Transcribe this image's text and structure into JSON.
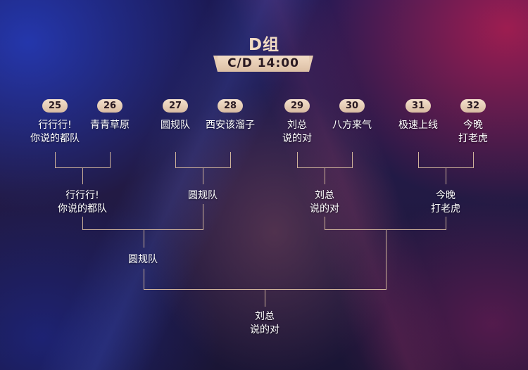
{
  "header": {
    "group_title": "D组",
    "time": "C/D 14:00"
  },
  "round1": {
    "seeds": [
      "25",
      "26",
      "27",
      "28",
      "29",
      "30",
      "31",
      "32"
    ],
    "teams": [
      [
        "行行行!",
        "你说的都队"
      ],
      [
        "青青草原",
        ""
      ],
      [
        "圆规队",
        ""
      ],
      [
        "西安该溜子",
        ""
      ],
      [
        "刘总",
        "说的对"
      ],
      [
        "八方来气",
        ""
      ],
      [
        "极速上线",
        ""
      ],
      [
        "今晚",
        "打老虎"
      ]
    ]
  },
  "round2": {
    "winners": [
      [
        "行行行!",
        "你说的都队"
      ],
      [
        "圆规队",
        ""
      ],
      [
        "刘总",
        "说的对"
      ],
      [
        "今晚",
        "打老虎"
      ]
    ]
  },
  "round3": {
    "winners": [
      [
        "圆规队",
        ""
      ]
    ]
  },
  "final": {
    "winner": [
      "刘总",
      "说的对"
    ]
  }
}
